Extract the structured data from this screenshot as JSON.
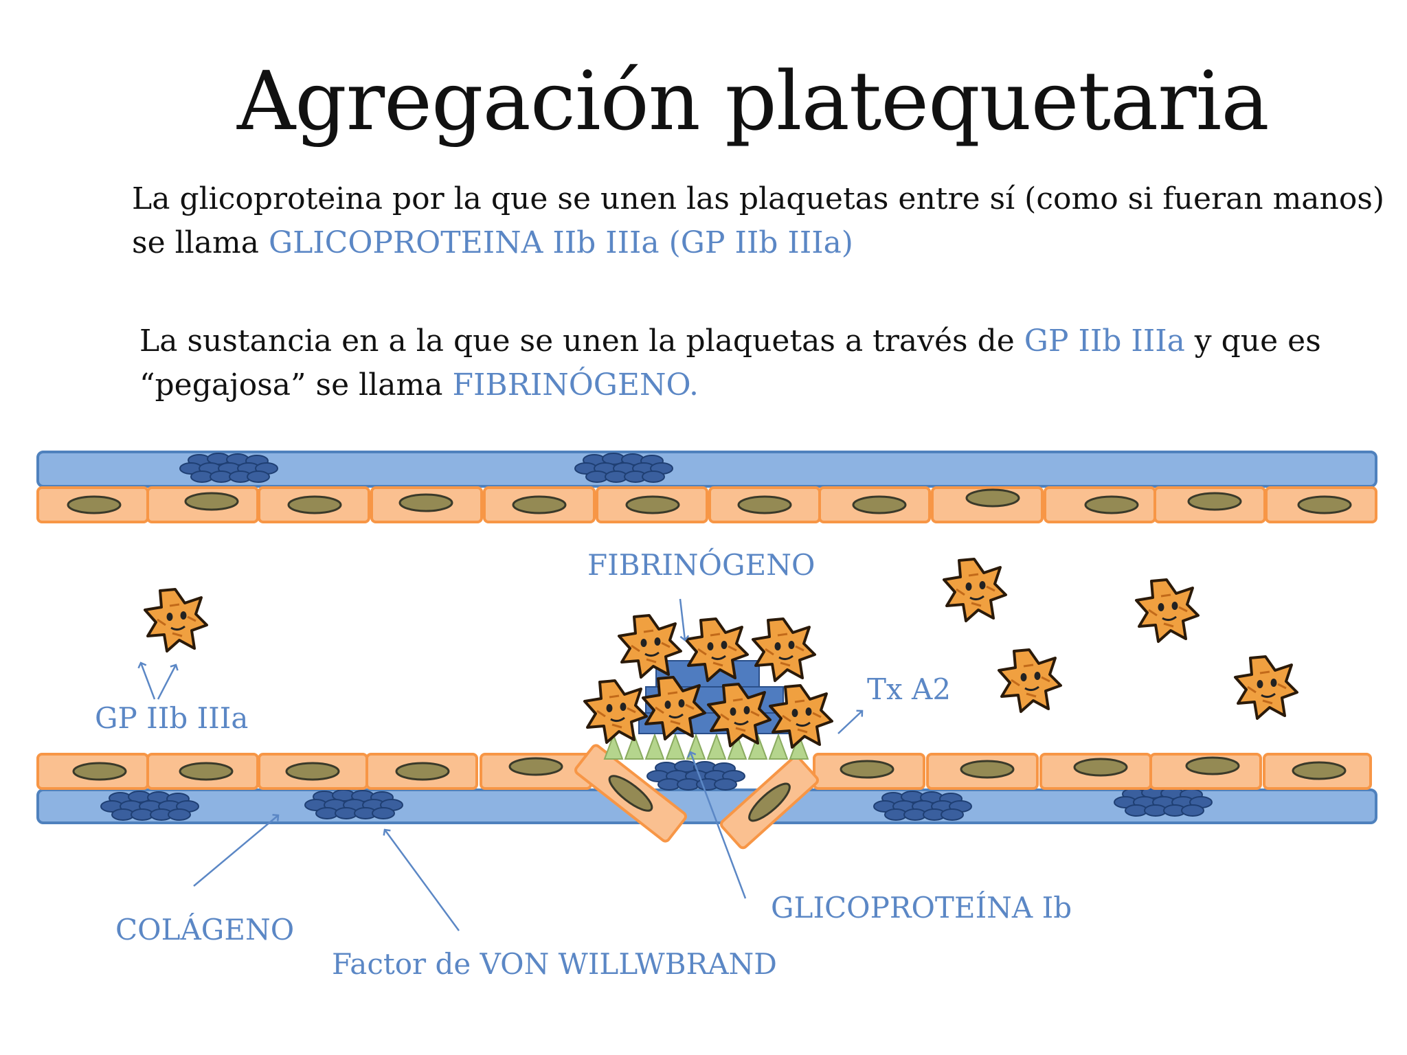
{
  "slide": {
    "title": "Agregación platequetaria",
    "paragraph1": {
      "line1": "La glicoproteina por la que se unen las plaquetas entre sí (como si fueran manos)",
      "line2_prefix": "se llama ",
      "line2_highlight": "GLICOPROTEINA IIb IIIa (GP IIb IIIa)"
    },
    "paragraph2": {
      "line1_prefix": "La sustancia en a la que se unen la plaquetas a través de ",
      "line1_highlight": "GP IIb IIIa",
      "line1_suffix": " y que es",
      "line2_prefix": "“pegajosa”   se llama ",
      "line2_highlight": "FIBRINÓGENO."
    }
  },
  "diagram": {
    "labels": {
      "fibrinogeno": "FIBRINÓGENO",
      "gp_iib_iiia": "GP IIb IIIa",
      "tx_a2": "Tx A2",
      "colageno": "COLÁGENO",
      "von_willebrand": "Factor de VON WILLWBRAND",
      "glicoproteina_ib": "GLICOPROTEÍNA Ib"
    },
    "colors": {
      "accent_text": "#5b87c5",
      "vessel_wall": "#8db3e2",
      "vessel_wall_stroke": "#4f81bd",
      "endothelial_cell": "#fac090",
      "endothelial_stroke": "#f79646",
      "nucleus": "#948a54",
      "factor_blob": "#3a5f9e",
      "platelet": "#f0a040",
      "spike": "#b5d58d"
    }
  }
}
